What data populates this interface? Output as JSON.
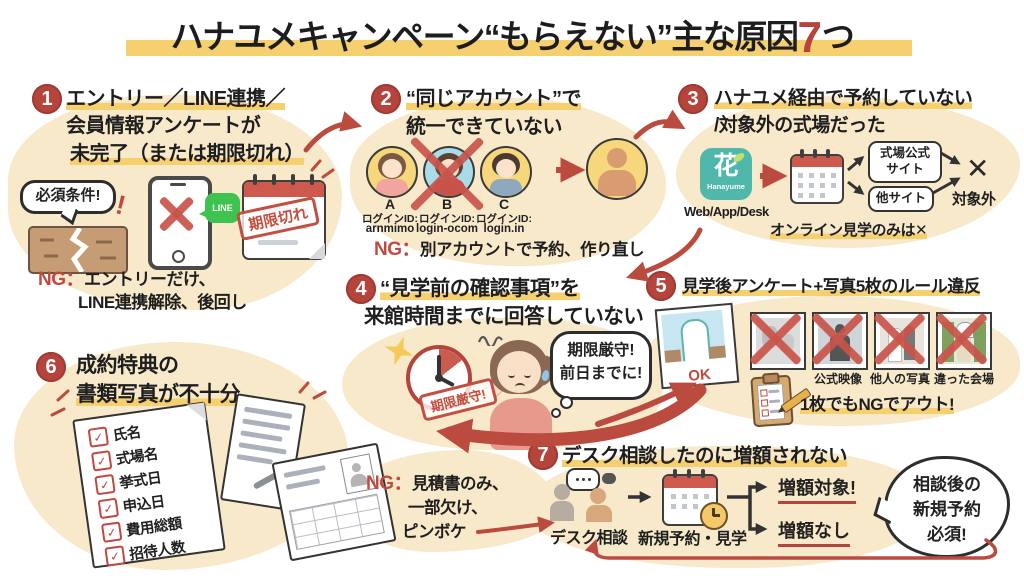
{
  "title": {
    "prefix": "ハナユメキャンペーン“もらえない”主な原因",
    "number": "7",
    "suffix": "つ"
  },
  "s1": {
    "num": "1",
    "heading1": "エントリー／LINE連携／",
    "heading2": "会員情報アンケートが",
    "heading3": "未完了（または期限切れ）",
    "bubble": "必須条件!",
    "exclaim": "!",
    "line_badge": "LINE",
    "stamp": "期限切れ",
    "ng_label": "NG：",
    "ng_line1": "エントリーだけ、",
    "ng_line2": "LINE連携解除、後回し"
  },
  "s2": {
    "num": "2",
    "heading1": "“同じアカウント”で",
    "heading2": "統一できていない",
    "users": [
      {
        "key": "A",
        "id_label": "ログインID:",
        "id": "arnmimo"
      },
      {
        "key": "B",
        "id_label": "ログインID:",
        "id": "login-ocom"
      },
      {
        "key": "C",
        "id_label": "ログインID:",
        "id": "login.in"
      }
    ],
    "ng_label": "NG：",
    "ng_text": "別アカウントで予約、作り直し"
  },
  "s3": {
    "num": "3",
    "heading1": "ハナユメ経由で予約していない",
    "heading2": "/対象外の式場だった",
    "app_glyph": "花",
    "app_name": "Hanayume",
    "app_caption": "Web/App/Desk",
    "box1a": "式場公式",
    "box1b": "サイト",
    "box2": "他サイト",
    "x_mark": "✕",
    "x_caption": "対象外",
    "note": "オンライン見学のみは✕"
  },
  "s4": {
    "num": "4",
    "heading1": "“見学前の確認事項”を",
    "heading2": "来館時間までに回答していない",
    "clock_stamp": "期限厳守!",
    "bubble_line1": "期限厳守!",
    "bubble_line2": "前日までに!"
  },
  "s5": {
    "num": "5",
    "heading": "見学後アンケート+写真5枚のルール違反",
    "ok_label": "OK",
    "photo_labels": [
      "公式映像",
      "他人の写真",
      "違った会場"
    ],
    "note": "1枚でもNGでアウト!"
  },
  "s6": {
    "num": "6",
    "heading1": "成約特典の",
    "heading2": "書類写真が不十分",
    "check_glyph": "✓",
    "checklist": [
      "氏名",
      "式場名",
      "挙式日",
      "申込日",
      "費用総額",
      "招待人数"
    ],
    "ng_label": "NG：",
    "ng_line1": "見積書のみ、",
    "ng_line2": "一部欠け、",
    "ng_line3": "ピンボケ"
  },
  "s7": {
    "num": "7",
    "heading": "デスク相談したのに増額されない",
    "step1": "デスク相談",
    "step2": "新規予約・見学",
    "result1": "増額対象!",
    "result2": "増額なし",
    "bubble_line1": "相談後の",
    "bubble_line2": "新規予約",
    "bubble_line3": "必須!"
  },
  "colors": {
    "accent_red": "#bc4b3f",
    "highlight_yellow": "#f6cf6e",
    "blob_cream": "#f8e9cb",
    "hanayume_teal": "#4fb8ab",
    "line_green": "#3ec34f"
  }
}
